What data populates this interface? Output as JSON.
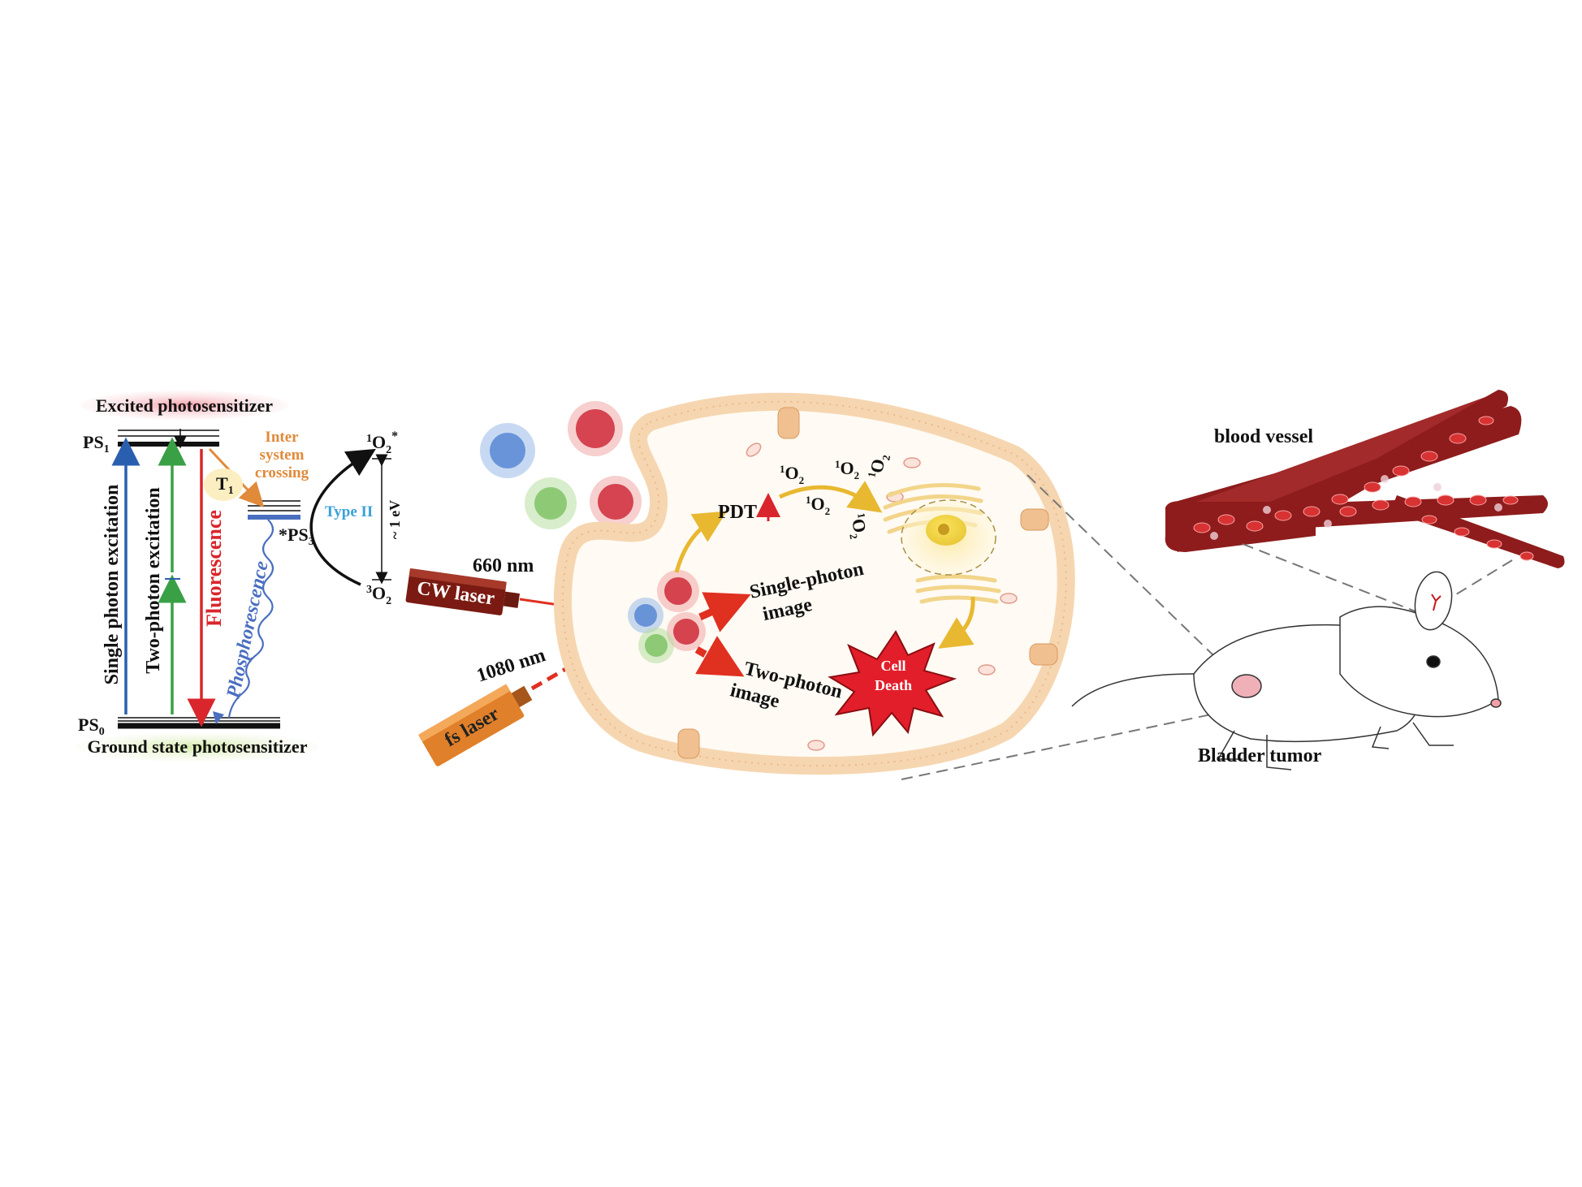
{
  "energy_diagram": {
    "excited_label": "Excited photosensitizer",
    "ground_label": "Ground state photosensitizer",
    "ps1": "PS",
    "ps1_sub": "1",
    "ps0": "PS",
    "ps0_sub": "0",
    "ps3": "*PS",
    "ps3_sub": "3",
    "t1": "T",
    "t1_sub": "1",
    "isc_line1": "Inter",
    "isc_line2": "system",
    "isc_line3": "crossing",
    "single_photon": "Single photon excitation",
    "two_photon": "Two-photon excitation",
    "fluorescence": "Fluorescence",
    "phosphorescence": "Phosphorescence",
    "type2": "Type II",
    "ev": "~ 1 eV",
    "o2_excited_pre": "1",
    "o2_excited": "O",
    "o2_excited_sub": "2",
    "o2_excited_star": "*",
    "o2_ground_pre": "3",
    "o2_ground": "O",
    "o2_ground_sub": "2"
  },
  "lasers": {
    "cw_wavelength": "660 nm",
    "cw_label": "CW laser",
    "fs_wavelength": "1080 nm",
    "fs_label": "fs laser"
  },
  "cell": {
    "pdt": "PDT",
    "singlet_o2_pre": "1",
    "singlet_o2": "O",
    "singlet_o2_sub": "2",
    "single_photon_line1": "Single-photon",
    "single_photon_line2": "image",
    "two_photon_line1": "Two-photon",
    "two_photon_line2": "image",
    "cell_death_line1": "Cell",
    "cell_death_line2": "Death"
  },
  "animal": {
    "blood_vessel": "blood vessel",
    "bladder_tumor": "Bladder tumor"
  },
  "colors": {
    "blue_arrow": "#2a5fb0",
    "green_arrow": "#3aa045",
    "red_arrow": "#d9262c",
    "orange": "#e08a3a",
    "phosphorescence_blue": "#4a6fc0",
    "type2_blue": "#3aa0d8",
    "laser_red": "#e03020",
    "pdt_yellow": "#e8b830",
    "vessel": "#8e1c1c",
    "cell_membrane": "#f6d6b0"
  }
}
